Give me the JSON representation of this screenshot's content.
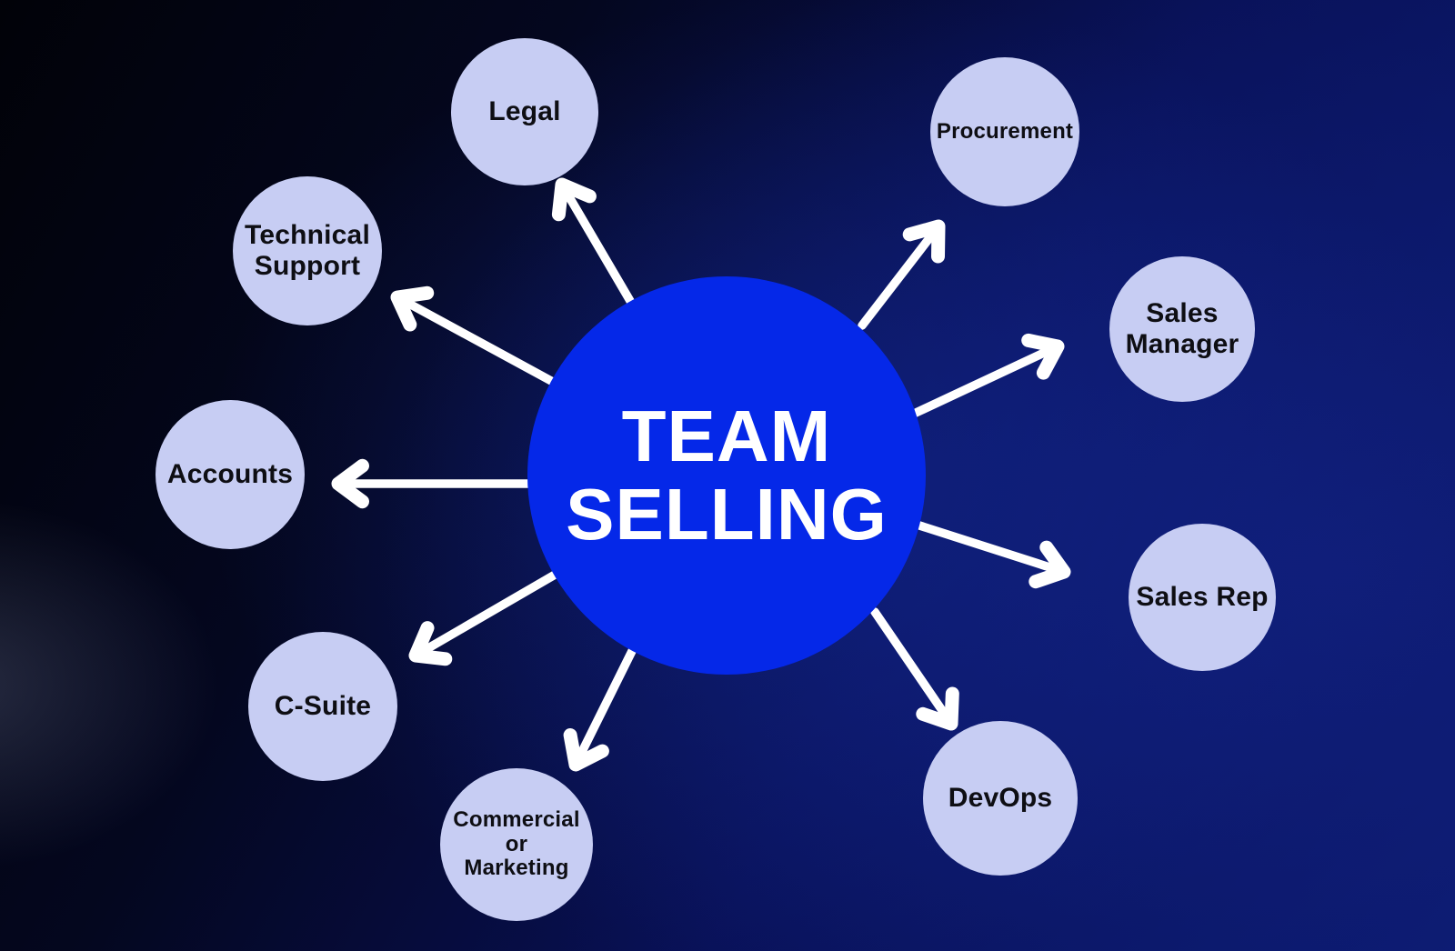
{
  "diagram": {
    "type": "hub-and-spoke",
    "center": {
      "id": "team-selling",
      "label": "TEAM\nSELLING"
    },
    "nodes": [
      {
        "id": "legal",
        "label": "Legal"
      },
      {
        "id": "procurement",
        "label": "Procurement"
      },
      {
        "id": "technical-support",
        "label": "Technical\nSupport"
      },
      {
        "id": "sales-manager",
        "label": "Sales\nManager"
      },
      {
        "id": "accounts",
        "label": "Accounts"
      },
      {
        "id": "sales-rep",
        "label": "Sales Rep"
      },
      {
        "id": "c-suite",
        "label": "C-Suite"
      },
      {
        "id": "devops",
        "label": "DevOps"
      },
      {
        "id": "commercial-or-marketing",
        "label": "Commercial\nor\nMarketing"
      }
    ],
    "edges": [
      {
        "from": "team-selling",
        "to": "legal"
      },
      {
        "from": "team-selling",
        "to": "procurement"
      },
      {
        "from": "team-selling",
        "to": "technical-support"
      },
      {
        "from": "team-selling",
        "to": "sales-manager"
      },
      {
        "from": "team-selling",
        "to": "accounts"
      },
      {
        "from": "team-selling",
        "to": "sales-rep"
      },
      {
        "from": "team-selling",
        "to": "c-suite"
      },
      {
        "from": "team-selling",
        "to": "devops"
      },
      {
        "from": "team-selling",
        "to": "commercial-or-marketing"
      }
    ],
    "colors": {
      "hub_fill": "#0528e8",
      "node_fill": "#c7cdf3",
      "arrow": "#ffffff",
      "node_text": "#0e0e13",
      "hub_text": "#ffffff"
    }
  }
}
